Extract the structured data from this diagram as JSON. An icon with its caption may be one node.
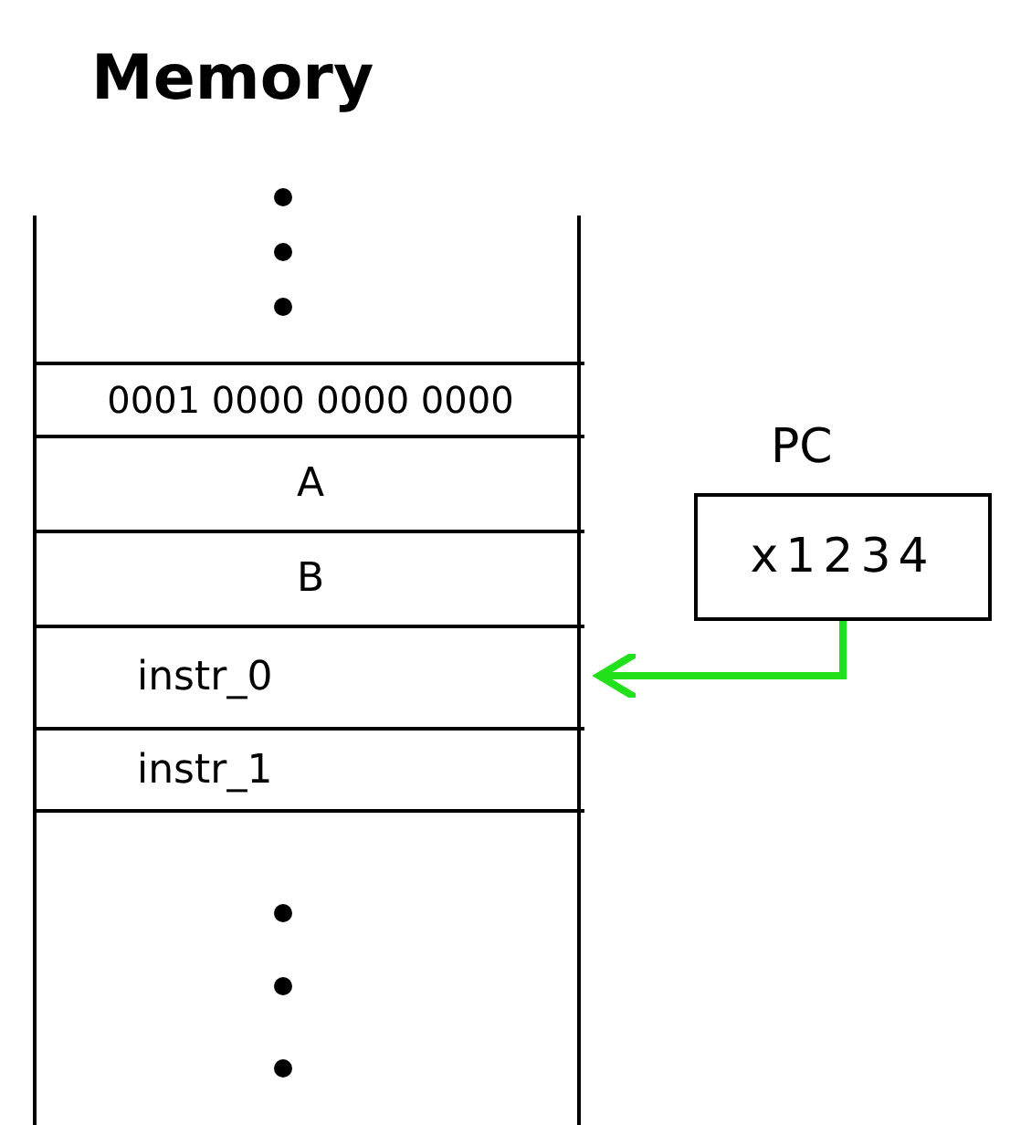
{
  "diagram": {
    "nodes": [
      {
        "text": [
          "Memory"
        ]
      },
      {
        "text": [
          "0001 0000 0000 0000"
        ],
        "in": 0
      },
      {
        "text": [
          "A"
        ],
        "in": 0
      },
      {
        "text": [
          "B"
        ],
        "in": 0
      },
      {
        "text": [
          "instr_0"
        ],
        "in": 0
      },
      {
        "text": [
          "instr_1"
        ],
        "in": 0
      },
      {
        "text": [
          "PC",
          "x1234"
        ]
      }
    ],
    "edges": [
      {
        "from": 6,
        "to": 4,
        "arrow": "to",
        "color": "#22e01a"
      }
    ]
  }
}
